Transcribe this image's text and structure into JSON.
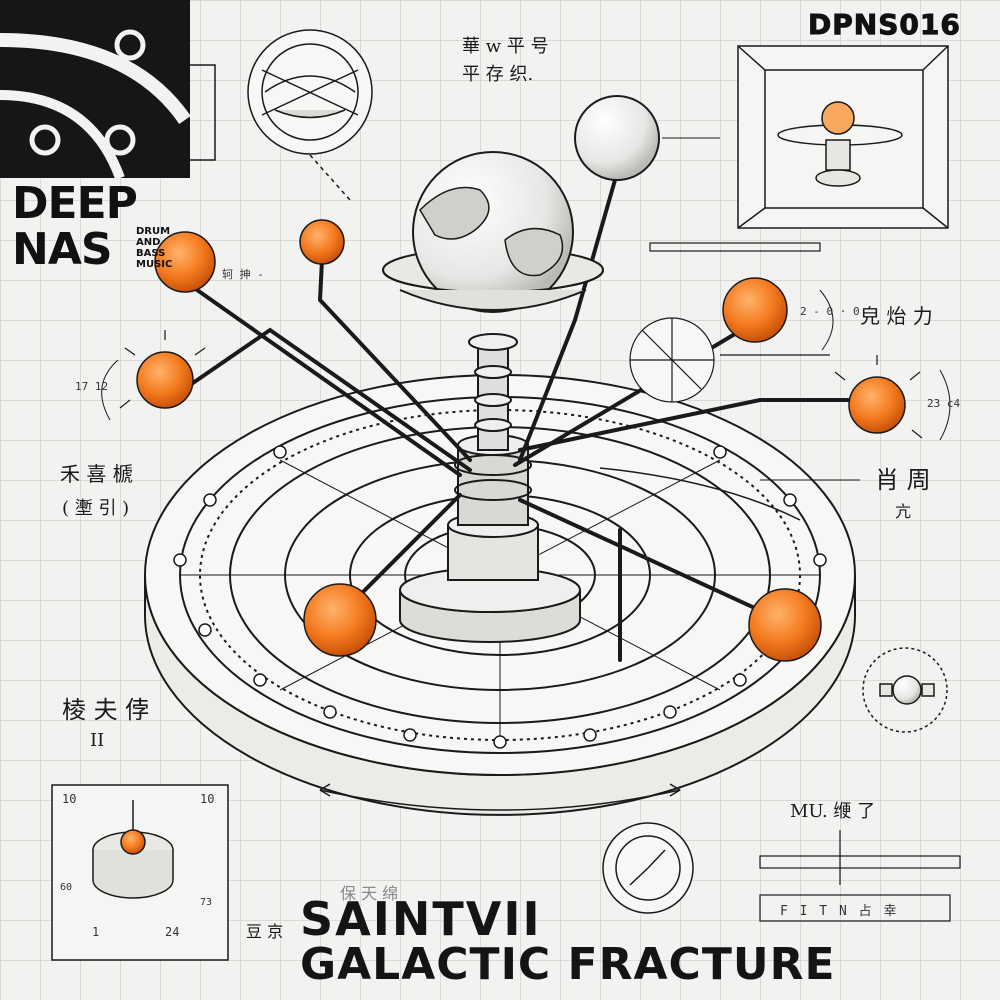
{
  "catalog": "DPNS016",
  "logo": {
    "line1": "DEEP",
    "line2": "NAS",
    "tagline": [
      "DRUM",
      "AND",
      "BASS",
      "MUSIC"
    ]
  },
  "artist": "SAINTVII",
  "title": "GALACTIC FRACTURE",
  "annotations": {
    "top_center_1": "華 w 平 号",
    "top_center_2": "平 存 织.",
    "right_upper": "皃 炲 力",
    "right_mid": "肖 周",
    "right_mid_sub": "亢",
    "left_mid": "禾 喜 榹",
    "left_mid_sub": "( 壍 引 )",
    "left_low": "棱 夫 侼",
    "left_low_sub": "II",
    "right_low": "MU. 缏 了",
    "bottom_center": "保 天 绵",
    "bottom_left_glyph": "豆 京",
    "small_label_1": "轲 抻 -",
    "small_label_2": "2 - 0 · 0",
    "small_label_3": "23   c4",
    "small_label_4": "17   12",
    "bottom_box_text": "F I T   N 占 幸"
  },
  "inset_bottom_left": {
    "tl": "10",
    "tr": "10",
    "left": "60",
    "right": "73",
    "bl": "1",
    "br": "24"
  },
  "colors": {
    "orange": "#f47a1f",
    "ink": "#161616",
    "paper": "#f2f2f0"
  }
}
